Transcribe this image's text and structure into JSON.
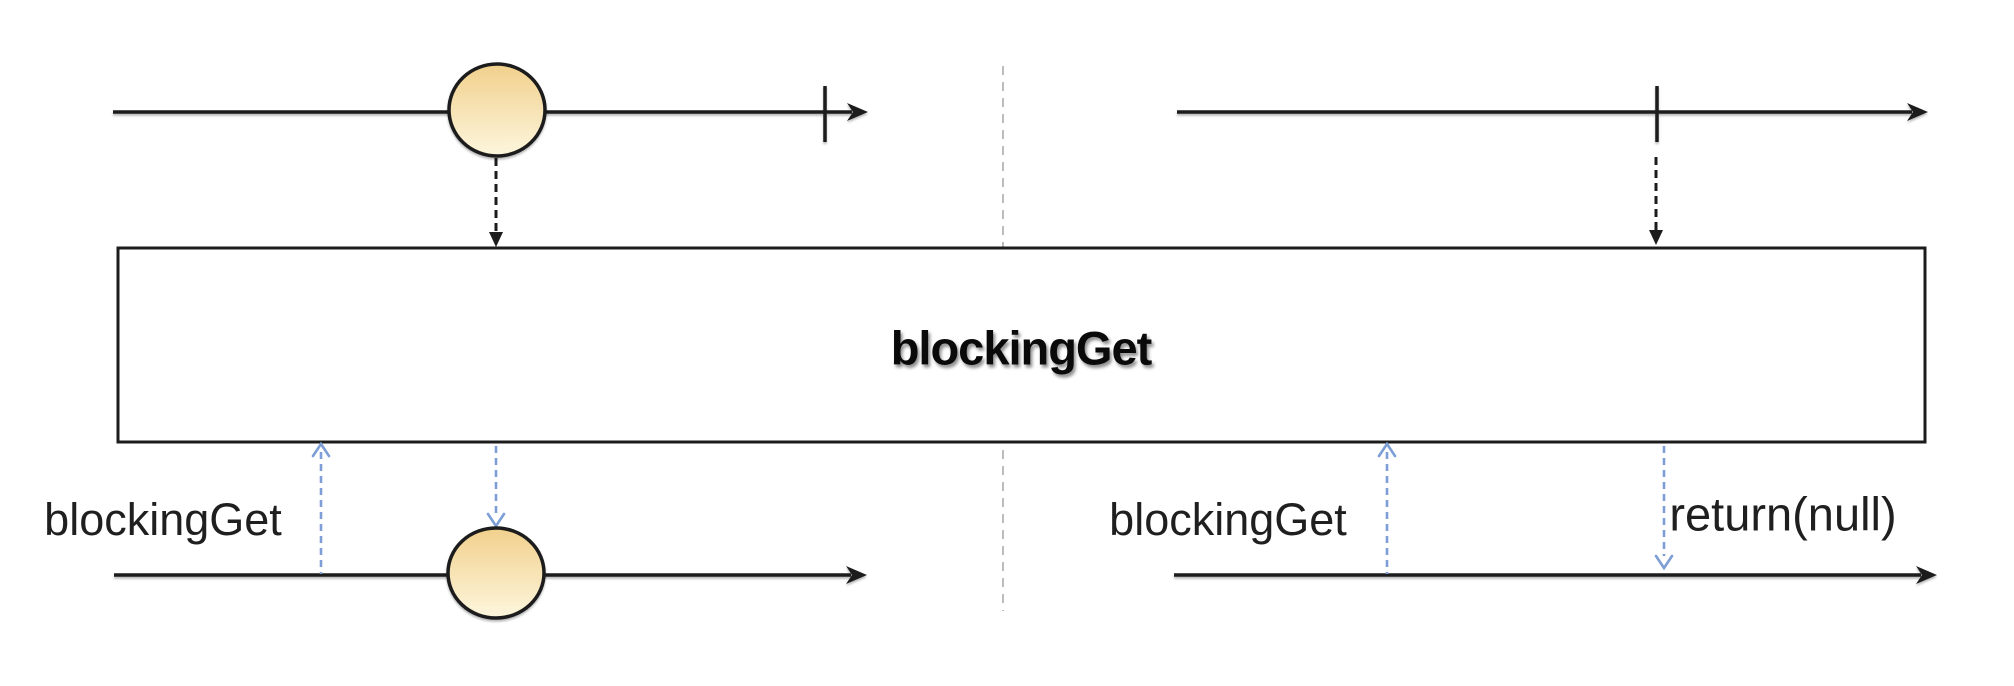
{
  "diagram": {
    "operator_box": {
      "label": "blockingGet"
    },
    "left_panel": {
      "call_label": "blockingGet"
    },
    "right_panel": {
      "call_label": "blockingGet",
      "return_label": "return(null)"
    }
  },
  "colors": {
    "background": "#ffffff",
    "line": "#1c1c1c",
    "blue_arrow": "#7d9ed6",
    "divider": "#bcbcbc",
    "marble_top": "#f1d08c",
    "marble_bottom": "#fdf6dd",
    "marble_stroke": "#1c1c1c",
    "box_fill": "#ffffff",
    "box_border": "#1c1c1c",
    "text": "#1f1f1f"
  }
}
